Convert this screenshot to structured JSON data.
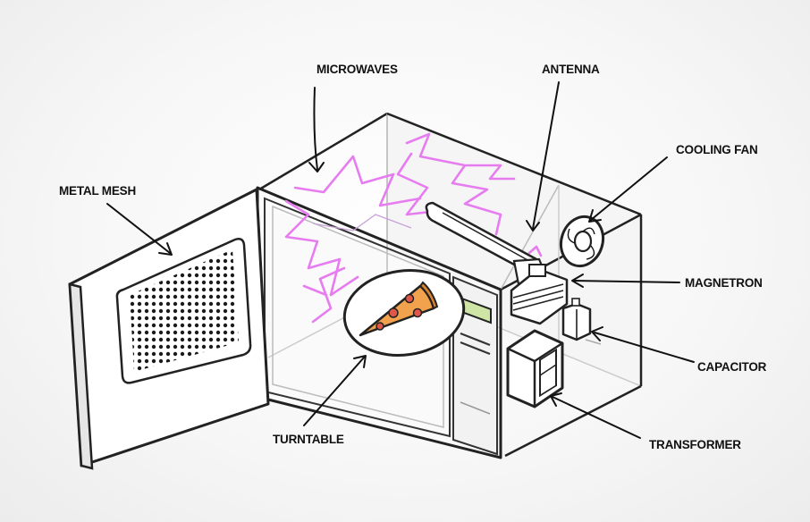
{
  "labels": {
    "microwaves": "MICROWAVES",
    "antenna": "ANTENNA",
    "cooling_fan": "COOLING FAN",
    "metal_mesh": "METAL MESH",
    "magnetron": "MAGNETRON",
    "capacitor": "CAPACITOR",
    "turntable": "TURNTABLE",
    "transformer": "TRANSFORMER"
  },
  "colors": {
    "microwave_beam": "#e77cf0",
    "pizza_cheese": "#f2a24c",
    "pepperoni": "#e0574a",
    "outline": "#222222"
  }
}
